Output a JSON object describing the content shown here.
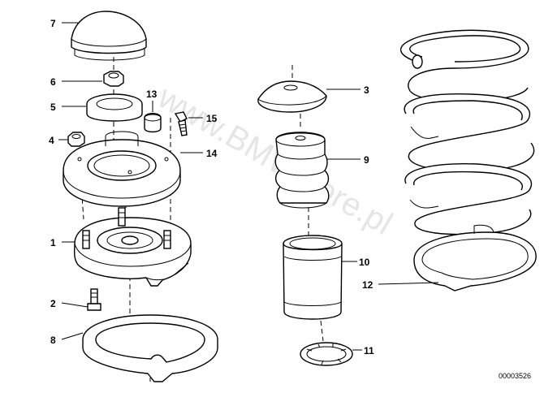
{
  "diagram": {
    "watermark": "www.BMWstore.pl",
    "drawing_code": "00003526",
    "callouts": [
      {
        "key": "c7",
        "number": "7"
      },
      {
        "key": "c6",
        "number": "6"
      },
      {
        "key": "c5",
        "number": "5"
      },
      {
        "key": "c13",
        "number": "13"
      },
      {
        "key": "c15",
        "number": "15"
      },
      {
        "key": "c4",
        "number": "4"
      },
      {
        "key": "c14",
        "number": "14"
      },
      {
        "key": "c1",
        "number": "1"
      },
      {
        "key": "c2",
        "number": "2"
      },
      {
        "key": "c8",
        "number": "8"
      },
      {
        "key": "c3",
        "number": "3"
      },
      {
        "key": "c9",
        "number": "9"
      },
      {
        "key": "c10",
        "number": "10"
      },
      {
        "key": "c12",
        "number": "12"
      },
      {
        "key": "c11",
        "number": "11"
      }
    ]
  }
}
